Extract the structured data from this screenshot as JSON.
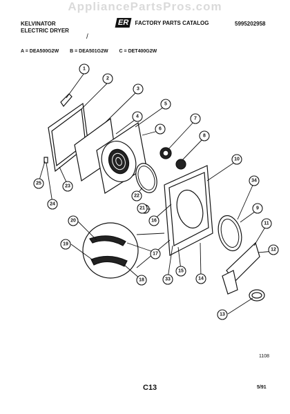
{
  "watermark": "AppliancePartsPros.com",
  "header": {
    "brand": "KELVINATOR",
    "product": "ELECTRIC DRYER",
    "logo_text": "ER",
    "catalog_title": "FACTORY PARTS CATALOG",
    "catalog_number": "5995202958"
  },
  "models": [
    {
      "label": "A = DEA500G2W"
    },
    {
      "label": "B = DEA501G2W"
    },
    {
      "label": "C = DET400G2W"
    }
  ],
  "mark": "/",
  "callouts": [
    "1",
    "2",
    "3",
    "4",
    "5",
    "6",
    "7",
    "8",
    "9",
    "10",
    "11",
    "12",
    "13",
    "14",
    "15",
    "16",
    "17",
    "18",
    "19",
    "20",
    "21",
    "22",
    "23",
    "24",
    "25",
    "33",
    "34"
  ],
  "figure_number": "1108",
  "page_code": "C13",
  "date_code": "5/91"
}
